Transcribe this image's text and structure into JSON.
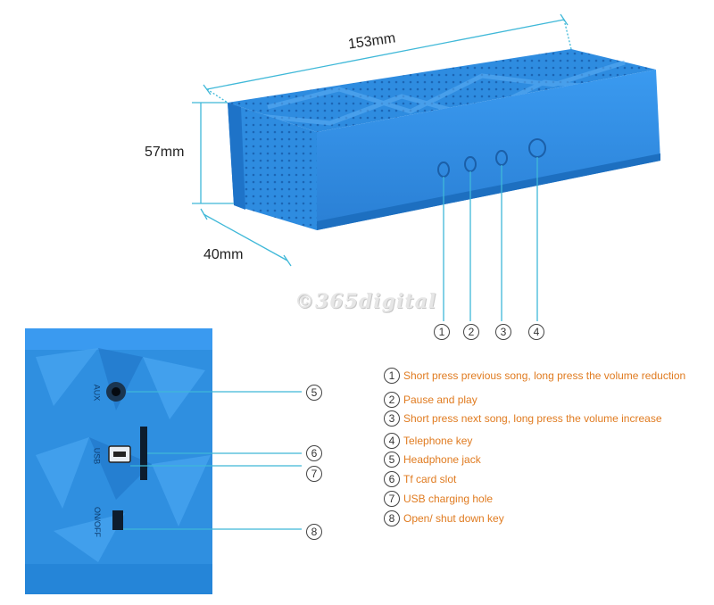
{
  "dimensions": {
    "length": "153mm",
    "height": "57mm",
    "depth": "40mm"
  },
  "watermark": "©365digital",
  "callouts_top": [
    "1",
    "2",
    "3",
    "4"
  ],
  "callouts_side": [
    "5",
    "6",
    "7",
    "8"
  ],
  "port_labels": {
    "aux": "AUX",
    "usb": "USB",
    "onoff": "ON/OFF"
  },
  "legend": [
    {
      "num": "1",
      "text": "Short press previous song, long press the volume reduction"
    },
    {
      "num": "2",
      "text": "Pause and play"
    },
    {
      "num": "3",
      "text": "Short press next song, long press the volume increase"
    },
    {
      "num": "4",
      "text": "Telephone key"
    },
    {
      "num": "5",
      "text": "Headphone jack"
    },
    {
      "num": "6",
      "text": "Tf card slot"
    },
    {
      "num": "7",
      "text": "USB charging hole"
    },
    {
      "num": "8",
      "text": "Open/ shut down key"
    }
  ],
  "colors": {
    "speaker_blue": "#2f8fe0",
    "speaker_dark": "#1d6fc0",
    "legend_orange": "#e07b20",
    "dim_line": "#3fb8d8"
  }
}
